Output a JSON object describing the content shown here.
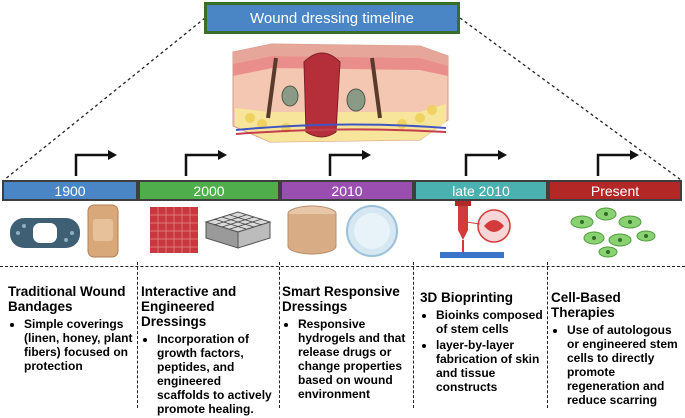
{
  "title": "Wound dressing timeline",
  "colors": {
    "title_fill": "#4a86c6",
    "title_border": "#3a6f2a"
  },
  "eras": [
    {
      "label": "1900",
      "color": "#4a86c6",
      "heading": "Traditional Wound Bandages",
      "bullets": [
        "Simple coverings (linen, honey, plant fibers) focused on protection"
      ]
    },
    {
      "label": "2000",
      "color": "#4fae4b",
      "heading": "Interactive and Engineered Dressings",
      "bullets": [
        "Incorporation of growth factors, peptides, and engineered scaffolds to actively promote healing."
      ]
    },
    {
      "label": "2010",
      "color": "#9a4fb0",
      "heading": "Smart Responsive Dressings",
      "bullets": [
        "Responsive hydrogels and that release drugs or change properties based on wound environment"
      ]
    },
    {
      "label": "late 2010",
      "color": "#4bb0b0",
      "heading": "3D Bioprinting",
      "bullets": [
        "Bioinks composed of stem cells",
        "layer-by-layer fabrication of skin and tissue constructs"
      ]
    },
    {
      "label": "Present",
      "color": "#b32727",
      "heading": "Cell-Based Therapies",
      "bullets": [
        "Use of autologous or engineered stem cells to directly promote regeneration and reduce scarring"
      ]
    }
  ],
  "icons": [
    "skin-cross-section-icon",
    "bandage-icon",
    "mesh-dressing-icon",
    "hydrogel-disc-icon",
    "bioprinter-icon",
    "stem-cells-icon"
  ]
}
